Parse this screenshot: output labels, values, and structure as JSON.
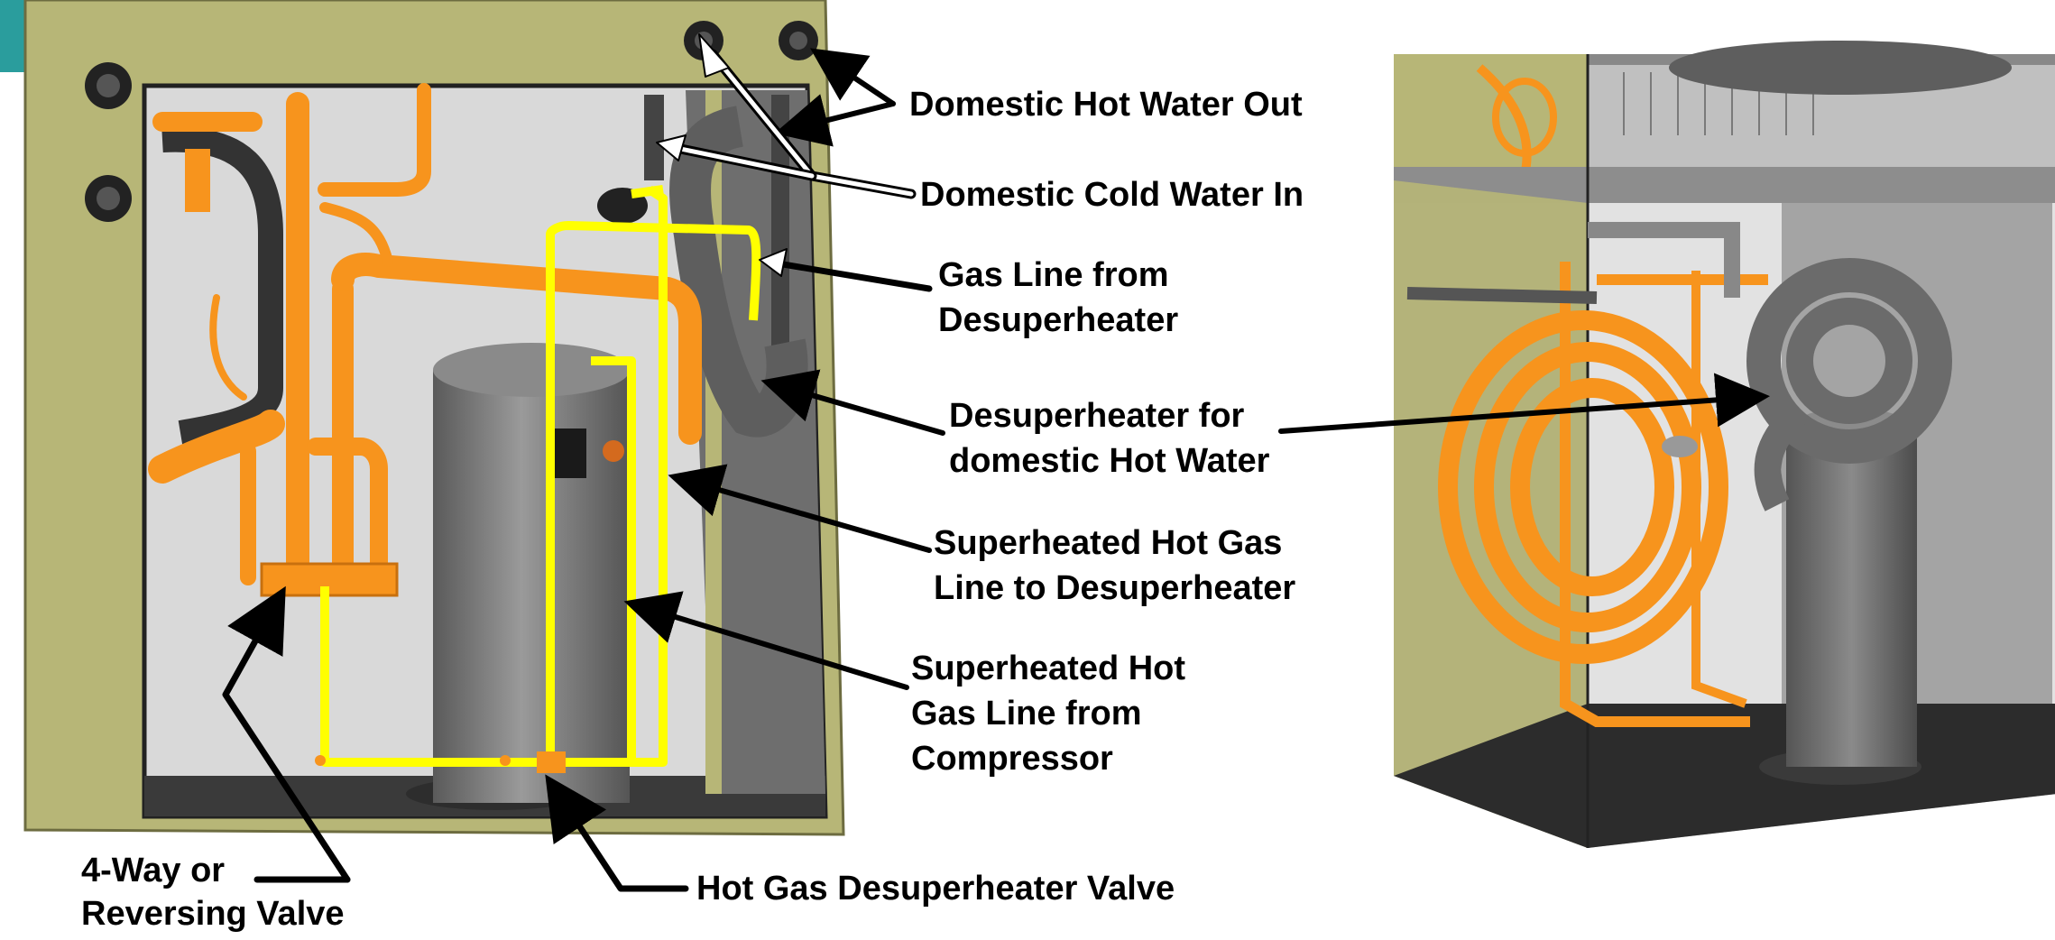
{
  "labels": {
    "dhw_out": "Domestic Hot Water Out",
    "dcw_in": "Domestic Cold Water In",
    "gas_line_1": "Gas Line from",
    "gas_line_2": "Desuperheater",
    "desup_1": "Desuperheater for",
    "desup_2": "domestic Hot Water",
    "sh_to_1": "Superheated Hot Gas",
    "sh_to_2": "Line to Desuperheater",
    "sh_from_1": "Superheated Hot",
    "sh_from_2": "Gas Line from",
    "sh_from_3": "Compressor",
    "valve4_1": "4-Way or",
    "valve4_2": "Reversing Valve",
    "hgdv": "Hot Gas Desuperheater Valve"
  },
  "colors": {
    "cabinet": "#b7b677",
    "interior": "#d9d9d9",
    "copper_pipe": "#f7941d",
    "hot_gas_line": "#ffff00",
    "compressor": "#7f7f7f",
    "desuperheater_coil": "#707070",
    "arrow": "#000000",
    "water_arrow": "#ffffff",
    "accent_teal": "#2a9d9d"
  }
}
